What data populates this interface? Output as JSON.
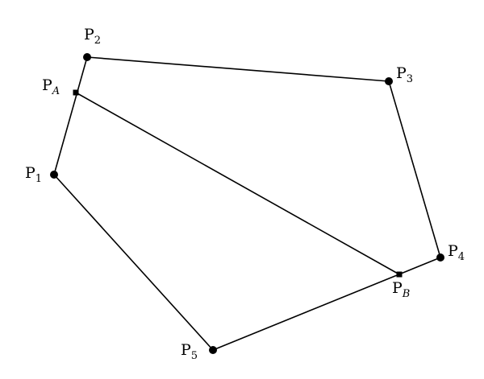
{
  "polygon": {
    "vertices": [
      {
        "id": "P1",
        "letter": "P",
        "sub": "1"
      },
      {
        "id": "P2",
        "letter": "P",
        "sub": "2"
      },
      {
        "id": "P3",
        "letter": "P",
        "sub": "3"
      },
      {
        "id": "P4",
        "letter": "P",
        "sub": "4"
      },
      {
        "id": "P5",
        "letter": "P",
        "sub": "5"
      }
    ],
    "cut_points": [
      {
        "id": "PA",
        "letter": "P",
        "sub": "A"
      },
      {
        "id": "PB",
        "letter": "P",
        "sub": "B"
      }
    ]
  }
}
